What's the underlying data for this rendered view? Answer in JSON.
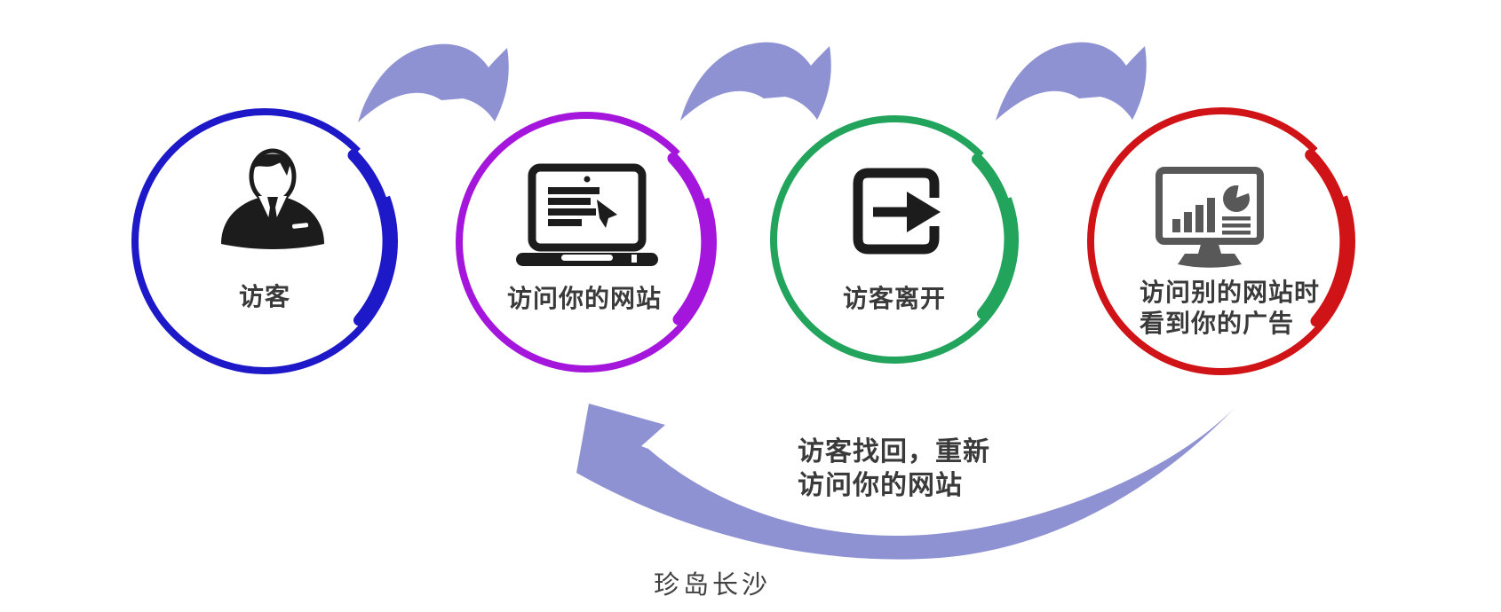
{
  "diagram": {
    "caption": "珍岛长沙",
    "return_label_line1": "访客找回，重新",
    "return_label_line2": "访问你的网站"
  },
  "colors": {
    "arrow": "#8e92d3",
    "icon": "#1c1c1c",
    "monitor": "#585858",
    "label": "#3a3a3a",
    "caption": "#414141"
  },
  "steps": [
    {
      "label": "访客",
      "ring_color": "#1d18c8",
      "icon": "businessman"
    },
    {
      "label": "访问你的网站",
      "ring_color": "#a516dc",
      "icon": "laptop-browsing"
    },
    {
      "label": "访客离开",
      "ring_color": "#23a45c",
      "icon": "exit-arrow"
    },
    {
      "label": "访问别的网站时",
      "label2": "看到你的广告",
      "ring_color": "#d01317",
      "icon": "analytics-monitor"
    }
  ]
}
